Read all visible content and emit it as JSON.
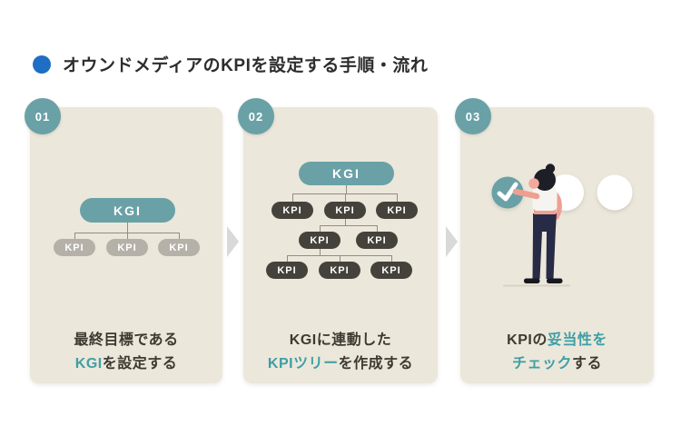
{
  "header": {
    "title": "オウンドメディアのKPIを設定する手順・流れ"
  },
  "labels": {
    "kgi": "KGI",
    "kpi": "KPI"
  },
  "colors": {
    "accent_blue": "#1f6ec5",
    "teal": "#69a1a7",
    "card_bg": "#ece7db",
    "dark_pill": "#45423c",
    "gray_pill": "#b5b1a9",
    "connector": "#918d85",
    "text_dark": "#3d3a31",
    "text_teal": "#3d9fa5",
    "arrow": "#d9d9d9",
    "title_text": "#2d2d2d"
  },
  "steps": [
    {
      "number": "01",
      "diagram": "kgi-with-three-kpis",
      "caption_lines": [
        [
          {
            "text": "最終目標である",
            "accent": false
          }
        ],
        [
          {
            "text": "KGI",
            "accent": true
          },
          {
            "text": "を設定する",
            "accent": false
          }
        ]
      ]
    },
    {
      "number": "02",
      "diagram": "kpi-tree",
      "caption_lines": [
        [
          {
            "text": "KGIに連動した",
            "accent": false
          }
        ],
        [
          {
            "text": "KPIツリー",
            "accent": true
          },
          {
            "text": "を作成する",
            "accent": false
          }
        ]
      ]
    },
    {
      "number": "03",
      "diagram": "person-checking",
      "caption_lines": [
        [
          {
            "text": "KPIの",
            "accent": false
          },
          {
            "text": "妥当性を",
            "accent": true
          }
        ],
        [
          {
            "text": "チェック",
            "accent": true
          },
          {
            "text": "する",
            "accent": false
          }
        ]
      ]
    }
  ]
}
